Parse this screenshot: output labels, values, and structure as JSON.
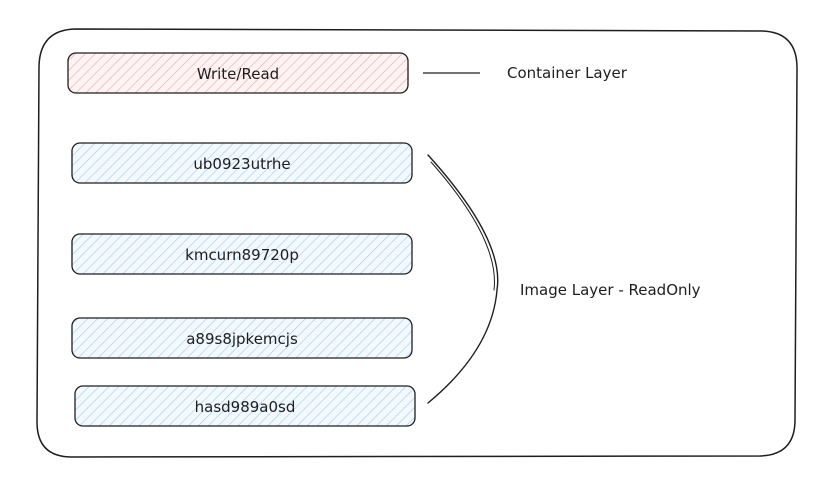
{
  "colors": {
    "stroke": "#1e1e1e",
    "write_fill": "#ffc9c9",
    "write_hatch": "#f5a3a3",
    "read_fill": "#a5d8ff",
    "read_hatch": "#8fc9ef",
    "background": "#ffffff"
  },
  "container_layer": {
    "box_label": "Write/Read",
    "side_label": "Container Layer"
  },
  "image_layer": {
    "side_label": "Image Layer - ReadOnly",
    "layers": [
      {
        "label": "ub0923utrhe"
      },
      {
        "label": "kmcurn89720p"
      },
      {
        "label": "a89s8jpkemcjs"
      },
      {
        "label": "hasd989a0sd"
      }
    ]
  }
}
